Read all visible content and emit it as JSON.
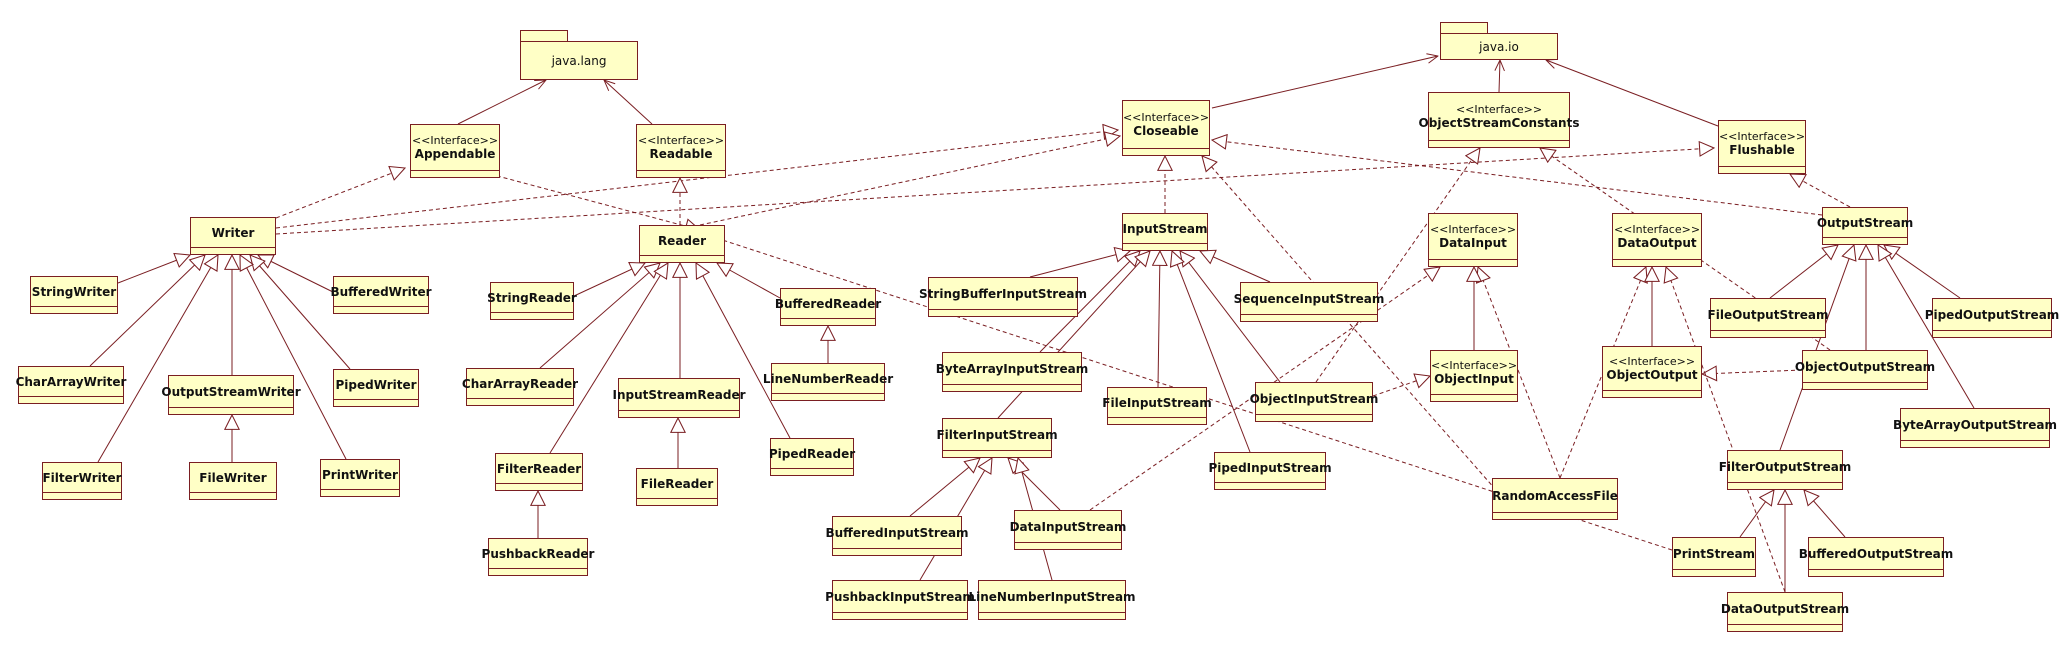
{
  "diagram": {
    "packages": [
      {
        "id": "java.lang",
        "label": "java.lang"
      },
      {
        "id": "java.io",
        "label": "java.io"
      }
    ],
    "classes": [
      {
        "id": "Appendable",
        "label": "Appendable",
        "stereotype": "<<Interface>>"
      },
      {
        "id": "Readable",
        "label": "Readable",
        "stereotype": "<<Interface>>"
      },
      {
        "id": "Closeable",
        "label": "Closeable",
        "stereotype": "<<Interface>>"
      },
      {
        "id": "ObjectStreamConstants",
        "label": "ObjectStreamConstants",
        "stereotype": "<<Interface>>"
      },
      {
        "id": "Flushable",
        "label": "Flushable",
        "stereotype": "<<Interface>>"
      },
      {
        "id": "Writer",
        "label": "Writer",
        "stereotype": ""
      },
      {
        "id": "Reader",
        "label": "Reader",
        "stereotype": ""
      },
      {
        "id": "InputStream",
        "label": "InputStream",
        "stereotype": ""
      },
      {
        "id": "DataInput",
        "label": "DataInput",
        "stereotype": "<<Interface>>"
      },
      {
        "id": "DataOutput",
        "label": "DataOutput",
        "stereotype": "<<Interface>>"
      },
      {
        "id": "OutputStream",
        "label": "OutputStream",
        "stereotype": ""
      },
      {
        "id": "StringWriter",
        "label": "StringWriter",
        "stereotype": ""
      },
      {
        "id": "BufferedWriter",
        "label": "BufferedWriter",
        "stereotype": ""
      },
      {
        "id": "CharArrayWriter",
        "label": "CharArrayWriter",
        "stereotype": ""
      },
      {
        "id": "OutputStreamWriter",
        "label": "OutputStreamWriter",
        "stereotype": ""
      },
      {
        "id": "PipedWriter",
        "label": "PipedWriter",
        "stereotype": ""
      },
      {
        "id": "FilterWriter",
        "label": "FilterWriter",
        "stereotype": ""
      },
      {
        "id": "FileWriter",
        "label": "FileWriter",
        "stereotype": ""
      },
      {
        "id": "PrintWriter",
        "label": "PrintWriter",
        "stereotype": ""
      },
      {
        "id": "StringReader",
        "label": "StringReader",
        "stereotype": ""
      },
      {
        "id": "BufferedReader",
        "label": "BufferedReader",
        "stereotype": ""
      },
      {
        "id": "LineNumberReader",
        "label": "LineNumberReader",
        "stereotype": ""
      },
      {
        "id": "CharArrayReader",
        "label": "CharArrayReader",
        "stereotype": ""
      },
      {
        "id": "InputStreamReader",
        "label": "InputStreamReader",
        "stereotype": ""
      },
      {
        "id": "FilterReader",
        "label": "FilterReader",
        "stereotype": ""
      },
      {
        "id": "FileReader",
        "label": "FileReader",
        "stereotype": ""
      },
      {
        "id": "PipedReader",
        "label": "PipedReader",
        "stereotype": ""
      },
      {
        "id": "PushbackReader",
        "label": "PushbackReader",
        "stereotype": ""
      },
      {
        "id": "StringBufferInputStream",
        "label": "StringBufferInputStream",
        "stereotype": ""
      },
      {
        "id": "SequenceInputStream",
        "label": "SequenceInputStream",
        "stereotype": ""
      },
      {
        "id": "ByteArrayInputStream",
        "label": "ByteArrayInputStream",
        "stereotype": ""
      },
      {
        "id": "FileInputStream",
        "label": "FileInputStream",
        "stereotype": ""
      },
      {
        "id": "ObjectInputStream",
        "label": "ObjectInputStream",
        "stereotype": ""
      },
      {
        "id": "FilterInputStream",
        "label": "FilterInputStream",
        "stereotype": ""
      },
      {
        "id": "PipedInputStream",
        "label": "PipedInputStream",
        "stereotype": ""
      },
      {
        "id": "BufferedInputStream",
        "label": "BufferedInputStream",
        "stereotype": ""
      },
      {
        "id": "DataInputStream",
        "label": "DataInputStream",
        "stereotype": ""
      },
      {
        "id": "PushbackInputStream",
        "label": "PushbackInputStream",
        "stereotype": ""
      },
      {
        "id": "LineNumberInputStream",
        "label": "LineNumberInputStream",
        "stereotype": ""
      },
      {
        "id": "ObjectInput",
        "label": "ObjectInput",
        "stereotype": "<<Interface>>"
      },
      {
        "id": "ObjectOutput",
        "label": "ObjectOutput",
        "stereotype": "<<Interface>>"
      },
      {
        "id": "RandomAccessFile",
        "label": "RandomAccessFile",
        "stereotype": ""
      },
      {
        "id": "FileOutputStream",
        "label": "FileOutputStream",
        "stereotype": ""
      },
      {
        "id": "PipedOutputStream",
        "label": "PipedOutputStream",
        "stereotype": ""
      },
      {
        "id": "ObjectOutputStream",
        "label": "ObjectOutputStream",
        "stereotype": ""
      },
      {
        "id": "ByteArrayOutputStream",
        "label": "ByteArrayOutputStream",
        "stereotype": ""
      },
      {
        "id": "FilterOutputStream",
        "label": "FilterOutputStream",
        "stereotype": ""
      },
      {
        "id": "PrintStream",
        "label": "PrintStream",
        "stereotype": ""
      },
      {
        "id": "BufferedOutputStream",
        "label": "BufferedOutputStream",
        "stereotype": ""
      },
      {
        "id": "DataOutputStream",
        "label": "DataOutputStream",
        "stereotype": ""
      }
    ],
    "edges": [
      {
        "from": "Appendable",
        "to": "java.lang",
        "kind": "dependency"
      },
      {
        "from": "Readable",
        "to": "java.lang",
        "kind": "dependency"
      },
      {
        "from": "Closeable",
        "to": "java.io",
        "kind": "dependency"
      },
      {
        "from": "ObjectStreamConstants",
        "to": "java.io",
        "kind": "dependency"
      },
      {
        "from": "Flushable",
        "to": "java.io",
        "kind": "dependency"
      },
      {
        "from": "Writer",
        "to": "Appendable",
        "kind": "realization"
      },
      {
        "from": "Writer",
        "to": "Closeable",
        "kind": "realization"
      },
      {
        "from": "Writer",
        "to": "Flushable",
        "kind": "realization"
      },
      {
        "from": "Reader",
        "to": "Readable",
        "kind": "realization"
      },
      {
        "from": "Reader",
        "to": "Closeable",
        "kind": "realization"
      },
      {
        "from": "InputStream",
        "to": "Closeable",
        "kind": "realization"
      },
      {
        "from": "OutputStream",
        "to": "Closeable",
        "kind": "realization"
      },
      {
        "from": "OutputStream",
        "to": "Flushable",
        "kind": "realization"
      },
      {
        "from": "PrintWriter",
        "to": "Appendable",
        "kind": "realization"
      },
      {
        "from": "RandomAccessFile",
        "to": "Closeable",
        "kind": "realization"
      },
      {
        "from": "RandomAccessFile",
        "to": "DataInput",
        "kind": "realization"
      },
      {
        "from": "RandomAccessFile",
        "to": "DataOutput",
        "kind": "realization"
      },
      {
        "from": "ObjectInputStream",
        "to": "ObjectStreamConstants",
        "kind": "realization"
      },
      {
        "from": "ObjectInputStream",
        "to": "ObjectInput",
        "kind": "realization"
      },
      {
        "from": "ObjectOutputStream",
        "to": "ObjectStreamConstants",
        "kind": "realization"
      },
      {
        "from": "ObjectOutputStream",
        "to": "ObjectOutput",
        "kind": "realization"
      },
      {
        "from": "DataInputStream",
        "to": "DataInput",
        "kind": "realization"
      },
      {
        "from": "DataOutputStream",
        "to": "DataOutput",
        "kind": "realization"
      },
      {
        "from": "PrintStream",
        "to": "Appendable",
        "kind": "realization"
      },
      {
        "from": "StringWriter",
        "to": "Writer",
        "kind": "generalization"
      },
      {
        "from": "BufferedWriter",
        "to": "Writer",
        "kind": "generalization"
      },
      {
        "from": "CharArrayWriter",
        "to": "Writer",
        "kind": "generalization"
      },
      {
        "from": "OutputStreamWriter",
        "to": "Writer",
        "kind": "generalization"
      },
      {
        "from": "PipedWriter",
        "to": "Writer",
        "kind": "generalization"
      },
      {
        "from": "FilterWriter",
        "to": "Writer",
        "kind": "generalization"
      },
      {
        "from": "PrintWriter",
        "to": "Writer",
        "kind": "generalization"
      },
      {
        "from": "FileWriter",
        "to": "OutputStreamWriter",
        "kind": "generalization"
      },
      {
        "from": "StringReader",
        "to": "Reader",
        "kind": "generalization"
      },
      {
        "from": "BufferedReader",
        "to": "Reader",
        "kind": "generalization"
      },
      {
        "from": "CharArrayReader",
        "to": "Reader",
        "kind": "generalization"
      },
      {
        "from": "InputStreamReader",
        "to": "Reader",
        "kind": "generalization"
      },
      {
        "from": "FilterReader",
        "to": "Reader",
        "kind": "generalization"
      },
      {
        "from": "PipedReader",
        "to": "Reader",
        "kind": "generalization"
      },
      {
        "from": "LineNumberReader",
        "to": "BufferedReader",
        "kind": "generalization"
      },
      {
        "from": "FileReader",
        "to": "InputStreamReader",
        "kind": "generalization"
      },
      {
        "from": "PushbackReader",
        "to": "FilterReader",
        "kind": "generalization"
      },
      {
        "from": "StringBufferInputStream",
        "to": "InputStream",
        "kind": "generalization"
      },
      {
        "from": "SequenceInputStream",
        "to": "InputStream",
        "kind": "generalization"
      },
      {
        "from": "ByteArrayInputStream",
        "to": "InputStream",
        "kind": "generalization"
      },
      {
        "from": "FileInputStream",
        "to": "InputStream",
        "kind": "generalization"
      },
      {
        "from": "ObjectInputStream",
        "to": "InputStream",
        "kind": "generalization"
      },
      {
        "from": "PipedInputStream",
        "to": "InputStream",
        "kind": "generalization"
      },
      {
        "from": "FilterInputStream",
        "to": "InputStream",
        "kind": "generalization"
      },
      {
        "from": "BufferedInputStream",
        "to": "FilterInputStream",
        "kind": "generalization"
      },
      {
        "from": "DataInputStream",
        "to": "FilterInputStream",
        "kind": "generalization"
      },
      {
        "from": "PushbackInputStream",
        "to": "FilterInputStream",
        "kind": "generalization"
      },
      {
        "from": "LineNumberInputStream",
        "to": "FilterInputStream",
        "kind": "generalization"
      },
      {
        "from": "ObjectInput",
        "to": "DataInput",
        "kind": "generalization"
      },
      {
        "from": "ObjectOutput",
        "to": "DataOutput",
        "kind": "generalization"
      },
      {
        "from": "FileOutputStream",
        "to": "OutputStream",
        "kind": "generalization"
      },
      {
        "from": "PipedOutputStream",
        "to": "OutputStream",
        "kind": "generalization"
      },
      {
        "from": "ObjectOutputStream",
        "to": "OutputStream",
        "kind": "generalization"
      },
      {
        "from": "ByteArrayOutputStream",
        "to": "OutputStream",
        "kind": "generalization"
      },
      {
        "from": "FilterOutputStream",
        "to": "OutputStream",
        "kind": "generalization"
      },
      {
        "from": "PrintStream",
        "to": "FilterOutputStream",
        "kind": "generalization"
      },
      {
        "from": "BufferedOutputStream",
        "to": "FilterOutputStream",
        "kind": "generalization"
      },
      {
        "from": "DataOutputStream",
        "to": "FilterOutputStream",
        "kind": "generalization"
      }
    ]
  }
}
